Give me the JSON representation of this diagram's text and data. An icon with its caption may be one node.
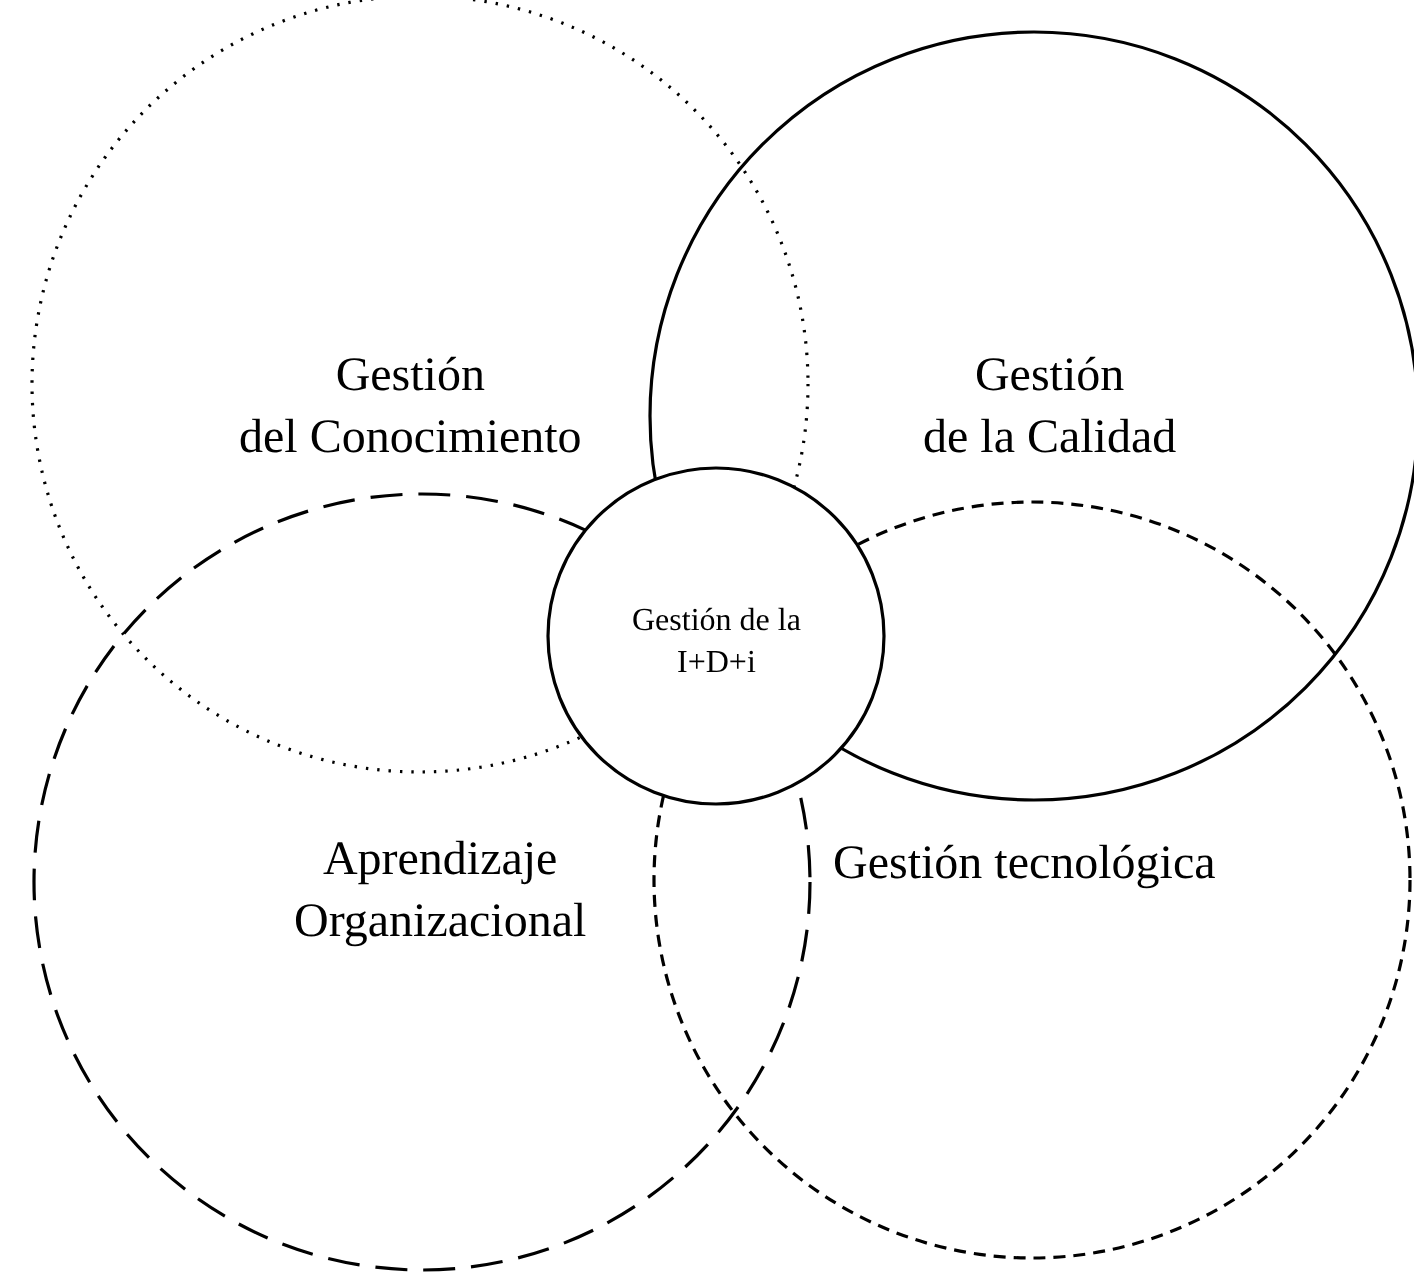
{
  "diagram": {
    "nodes": [
      {
        "text": [
          "Gestión del Conocimiento"
        ]
      },
      {
        "text": [
          "Gestión de la Calidad"
        ]
      },
      {
        "text": [
          "Aprendizaje Organizacional"
        ]
      },
      {
        "text": [
          "Gestión tecnológica"
        ]
      },
      {
        "text": [
          "Gestión de la I+D+i"
        ]
      }
    ],
    "edges": []
  }
}
